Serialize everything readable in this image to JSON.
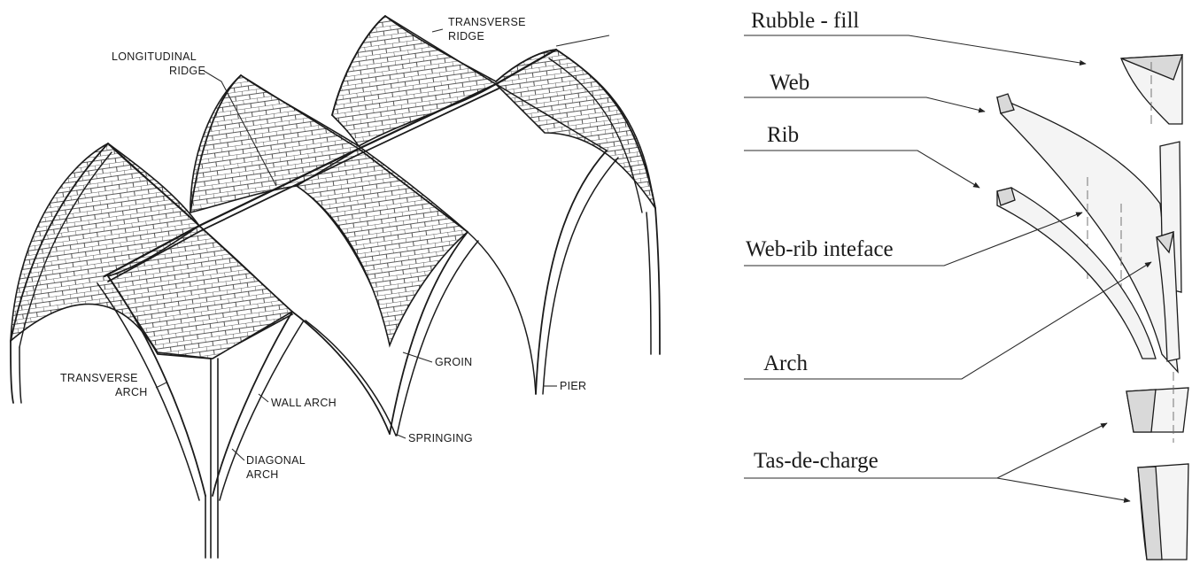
{
  "left_figure": {
    "labels": {
      "longitudinal_ridge_1": "LONGITUDINAL",
      "longitudinal_ridge_2": "RIDGE",
      "transverse_ridge_1": "TRANSVERSE",
      "transverse_ridge_2": "RIDGE",
      "transverse_arch_1": "TRANSVERSE",
      "transverse_arch_2": "ARCH",
      "wall_arch": "WALL ARCH",
      "diagonal_arch_1": "DIAGONAL",
      "diagonal_arch_2": "ARCH",
      "groin": "GROIN",
      "springing": "SPRINGING",
      "pier": "PIER"
    }
  },
  "right_figure": {
    "labels": {
      "rubble_fill": "Rubble - fill",
      "web": "Web",
      "rib": "Rib",
      "web_rib_interface": "Web-rib inteface",
      "arch": "Arch",
      "tas_de_charge": "Tas-de-charge"
    }
  }
}
